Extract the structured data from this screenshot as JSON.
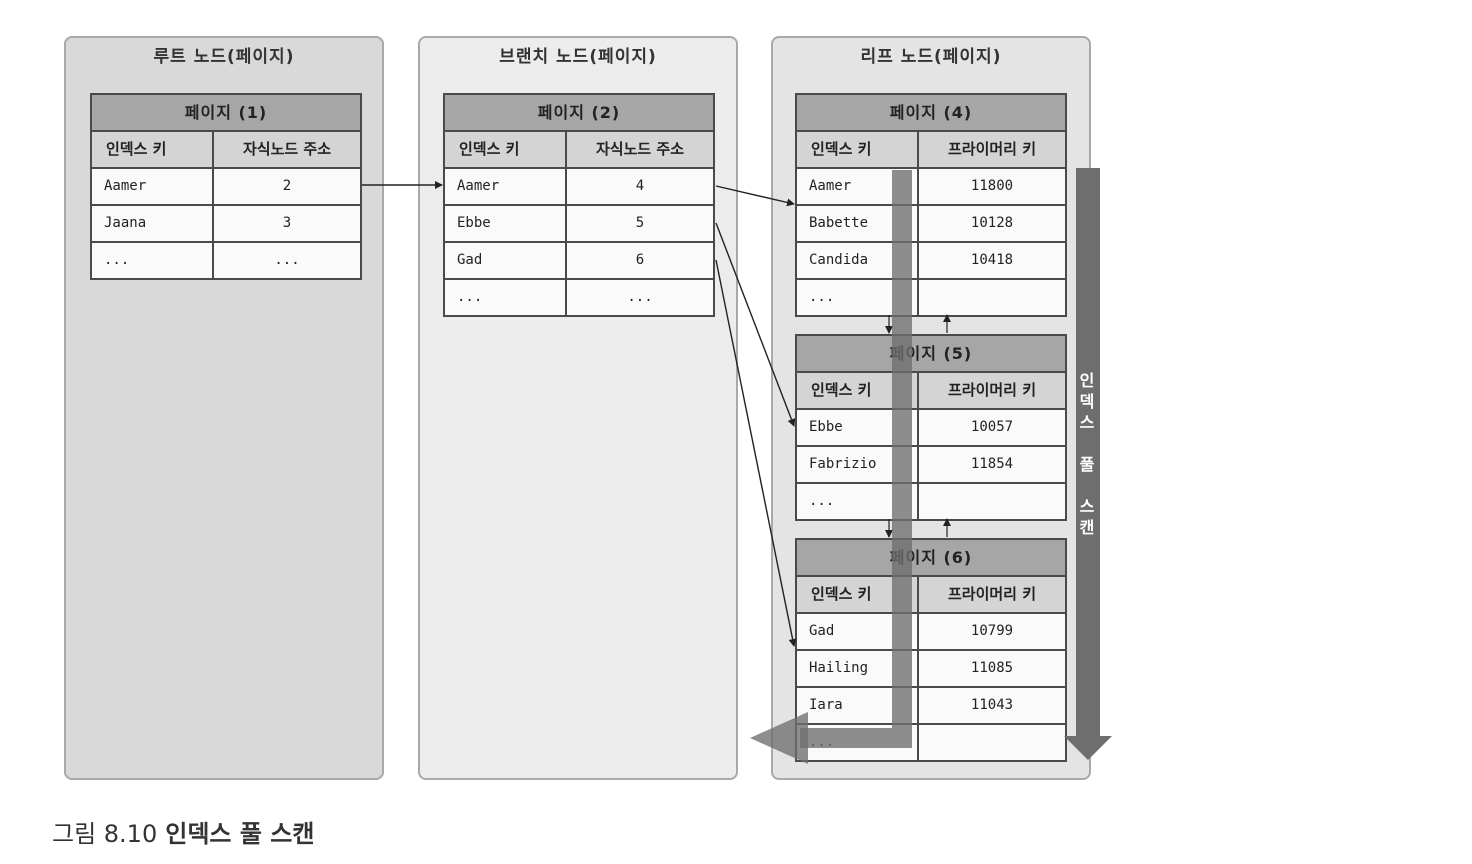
{
  "columns": {
    "root": {
      "title": "루트 노드(페이지)"
    },
    "branch": {
      "title": "브랜치 노드(페이지)"
    },
    "leaf": {
      "title": "리프 노드(페이지)"
    }
  },
  "pages": {
    "p1": {
      "title": "페이지 (1)",
      "headers": [
        "인덱스 키",
        "자식노드 주소"
      ],
      "rows": [
        [
          "Aamer",
          "2"
        ],
        [
          "Jaana",
          "3"
        ],
        [
          "...",
          "..."
        ]
      ]
    },
    "p2": {
      "title": "페이지 (2)",
      "headers": [
        "인덱스 키",
        "자식노드 주소"
      ],
      "rows": [
        [
          "Aamer",
          "4"
        ],
        [
          "Ebbe",
          "5"
        ],
        [
          "Gad",
          "6"
        ],
        [
          "...",
          "..."
        ]
      ]
    },
    "p4": {
      "title": "페이지 (4)",
      "headers": [
        "인덱스 키",
        "프라이머리 키"
      ],
      "rows": [
        [
          "Aamer",
          "11800"
        ],
        [
          "Babette",
          "10128"
        ],
        [
          "Candida",
          "10418"
        ],
        [
          "...",
          ""
        ]
      ]
    },
    "p5": {
      "title": "페이지 (5)",
      "headers": [
        "인덱스 키",
        "프라이머리 키"
      ],
      "rows": [
        [
          "Ebbe",
          "10057"
        ],
        [
          "Fabrizio",
          "11854"
        ],
        [
          "...",
          ""
        ]
      ]
    },
    "p6": {
      "title": "페이지 (6)",
      "headers": [
        "인덱스 키",
        "프라이머리 키"
      ],
      "rows": [
        [
          "Gad",
          "10799"
        ],
        [
          "Hailing",
          "11085"
        ],
        [
          "Iara",
          "11043"
        ],
        [
          "...",
          ""
        ]
      ]
    }
  },
  "scan_label": [
    "인",
    "덱",
    "스",
    "",
    "풀",
    "",
    "스",
    "캔"
  ],
  "caption": {
    "number": "그림 8.10",
    "text": "인덱스 풀 스캔"
  },
  "colors": {
    "root_bg": "#d9d9d9",
    "branch_bg": "#ececec",
    "leaf_bg": "#e4e4e4",
    "header_fill": "#a6a6a6",
    "scan_arrow": "#6e6e6e"
  }
}
